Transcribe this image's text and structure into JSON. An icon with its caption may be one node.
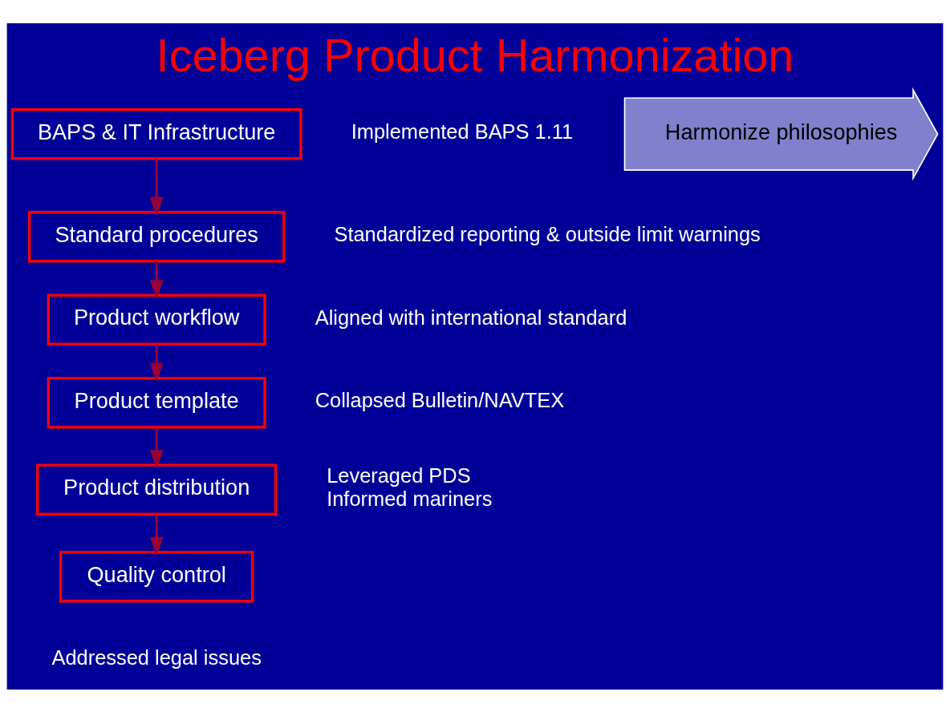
{
  "diagram": {
    "title": "Iceberg Product Harmonization",
    "nodes": [
      {
        "text": [
          "BAPS & IT Infrastructure"
        ],
        "beside": [
          "Implemented BAPS 1.11"
        ]
      },
      {
        "text": [
          "Standard procedures"
        ],
        "beside": [
          "Standardized reporting & outside limit warnings"
        ]
      },
      {
        "text": [
          "Product workflow"
        ],
        "beside": [
          "Aligned with international standard"
        ]
      },
      {
        "text": [
          "Product template"
        ],
        "beside": [
          "Collapsed Bulletin/NAVTEX"
        ]
      },
      {
        "text": [
          "Product distribution"
        ],
        "beside": [
          "Leveraged PDS",
          "Informed mariners"
        ]
      },
      {
        "text": [
          "Quality control"
        ]
      },
      {
        "text": [
          "Harmonize philosophies"
        ]
      }
    ],
    "edges": [
      {
        "from": 0,
        "to": 1,
        "arrow": "to"
      },
      {
        "from": 1,
        "to": 2,
        "arrow": "to"
      },
      {
        "from": 2,
        "to": 3,
        "arrow": "to"
      },
      {
        "from": 3,
        "to": 4,
        "arrow": "to"
      },
      {
        "from": 4,
        "to": 5,
        "arrow": "to"
      }
    ],
    "labels": [
      "Addressed legal issues"
    ]
  }
}
